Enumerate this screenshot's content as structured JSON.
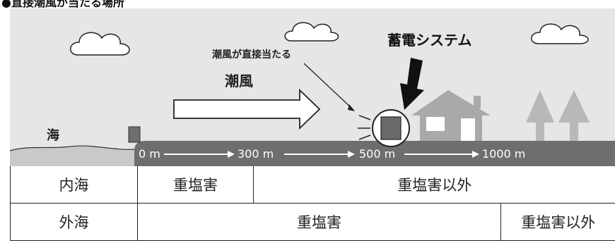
{
  "heading": "●直接潮風が当たる場所",
  "scene": {
    "sea_label": "海",
    "wind_label": "潮風",
    "direct_hit_label": "潮風が直接当たる",
    "storage_label": "蓄電システム",
    "distance_labels": [
      "0 m",
      "300 m",
      "500 m",
      "1000 m"
    ]
  },
  "table": {
    "rows": [
      {
        "label": "内海",
        "cells": [
          "重塩害",
          "重塩害以外"
        ]
      },
      {
        "label": "外海",
        "cells": [
          "重塩害",
          "重塩害以外"
        ]
      }
    ]
  },
  "colors": {
    "sky": "#e6e6e6",
    "ground_band": "#6e6e6e",
    "storage_box": "#6a6a6a",
    "house": "#a9a9a9",
    "trees": "#b8b8b8",
    "sea": "#c9c9c9"
  }
}
